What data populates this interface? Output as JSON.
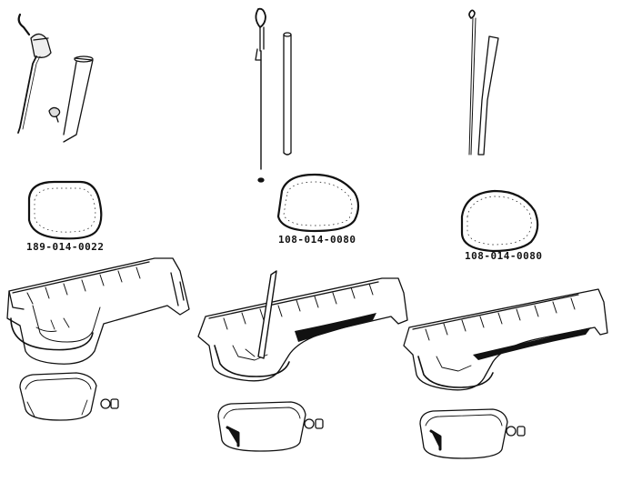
{
  "columns": [
    {
      "part_number": "189-014-0022"
    },
    {
      "part_number": "108-014-0080"
    },
    {
      "part_number": "108-014-0080"
    }
  ]
}
